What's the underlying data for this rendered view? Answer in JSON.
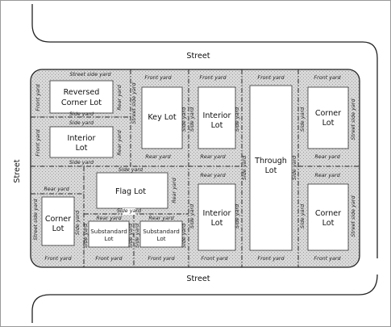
{
  "streets": {
    "top": "Street",
    "bottom": "Street",
    "left": "Street"
  },
  "lots": {
    "reversed_corner_line1": "Reversed",
    "reversed_corner_line2": "Corner Lot",
    "key_lot": "Key Lot",
    "interior_top_line1": "Interior",
    "interior_top_line2": "Lot",
    "through_line1": "Through",
    "through_line2": "Lot",
    "corner_top_right_line1": "Corner",
    "corner_top_right_line2": "Lot",
    "interior_left_line1": "Interior",
    "interior_left_line2": "Lot",
    "flag_lot": "Flag Lot",
    "corner_bottom_left_line1": "Corner",
    "corner_bottom_left_line2": "Lot",
    "substandard_a_line1": "Substandard",
    "substandard_a_line2": "Lot",
    "substandard_b_line1": "Substandard",
    "substandard_b_line2": "Lot",
    "interior_bottom_line1": "Interior",
    "interior_bottom_line2": "Lot",
    "corner_bottom_right_line1": "Corner",
    "corner_bottom_right_line2": "Lot"
  },
  "yards": {
    "front_yard": "Front yard",
    "rear_yard": "Rear yard",
    "side_yard": "Side yard",
    "street_side_yard": "Street side yard"
  },
  "colors": {
    "yard_fill": "#d3d3d3",
    "lot_fill": "#ffffff",
    "line": "#333333"
  }
}
